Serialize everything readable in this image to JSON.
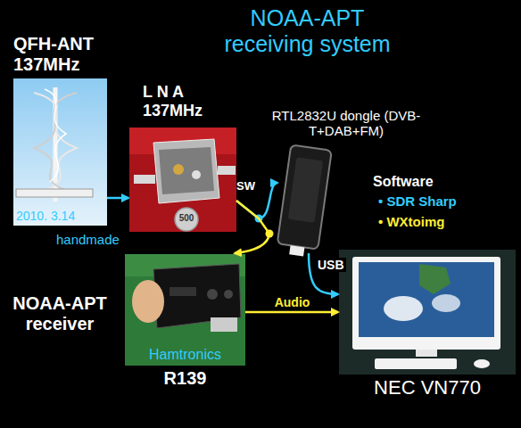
{
  "diagram": {
    "title": "NOAA-APT receiving system",
    "nodes": [
      {
        "text": [
          "QFH-ANT 137MHz",
          "2010. 3.14",
          "handmade"
        ]
      },
      {
        "text": [
          "L N A 137MHz"
        ]
      },
      {
        "text": [
          "RTL2832U dongle (DVB-T+DAB+FM)"
        ]
      },
      {
        "text": [
          "NOAA-APT receiver",
          "Hamtronics",
          "R139"
        ]
      },
      {
        "text": [
          "NEC VN770"
        ]
      }
    ],
    "edges": [
      {
        "from": 0,
        "to": 1,
        "arrow": "to"
      },
      {
        "from": 1,
        "to": 2,
        "arrow": "to"
      },
      {
        "from": 1,
        "to": 3,
        "arrow": "to"
      },
      {
        "from": 2,
        "to": 4,
        "arrow": "to",
        "label": "USB"
      },
      {
        "from": 3,
        "to": 4,
        "arrow": "to",
        "label": "Audio"
      }
    ],
    "labels": [
      "SW",
      "500",
      "Software",
      "• SDR Sharp",
      "• WXtoimg"
    ]
  }
}
